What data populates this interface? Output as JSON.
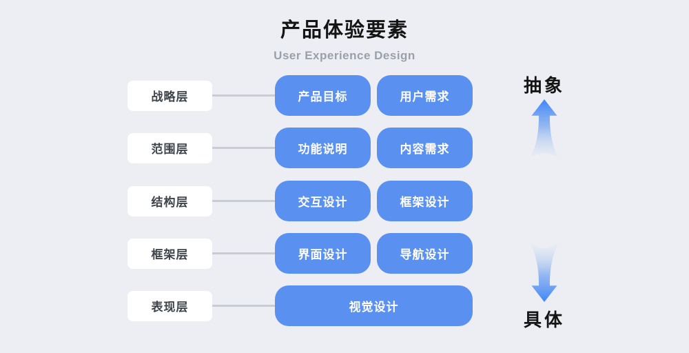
{
  "header": {
    "title": "产品体验要素",
    "subtitle": "User Experience Design"
  },
  "rows": [
    {
      "label": "战略层",
      "boxes": [
        "产品目标",
        "用户需求"
      ]
    },
    {
      "label": "范围层",
      "boxes": [
        "功能说明",
        "内容需求"
      ]
    },
    {
      "label": "结构层",
      "boxes": [
        "交互设计",
        "框架设计"
      ]
    },
    {
      "label": "框架层",
      "boxes": [
        "界面设计",
        "导航设计"
      ]
    },
    {
      "label": "表现层",
      "boxes": [
        "视觉设计"
      ]
    }
  ],
  "axis": {
    "top_label": "抽象",
    "bottom_label": "具体"
  },
  "colors": {
    "background": "#ECEEF3",
    "box_blue": "#5A90F0",
    "label_bg": "#FFFFFF",
    "label_text": "#3F444C",
    "connector_gray": "#C8CCD4",
    "title_text": "#141414",
    "subtitle_text": "#9AA0AA",
    "arrow_blue": "#4489F6"
  }
}
